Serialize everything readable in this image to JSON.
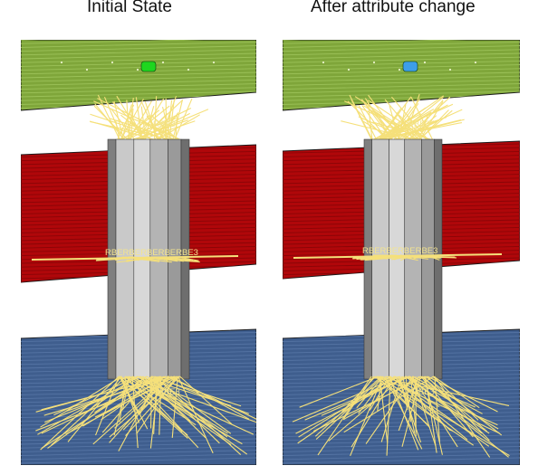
{
  "titles": {
    "left": "Initial State",
    "right": "After attribute change"
  },
  "panels": [
    {
      "id": "initial",
      "marker_color": "#1fd61f",
      "rbe_labels": [
        "RBE3",
        "RBERBERBERBERBE3",
        "RBE3"
      ]
    },
    {
      "id": "after",
      "marker_color": "#3d9ee8",
      "rbe_labels": [
        "RBE3",
        "RBERBERBERBE3",
        "RBE3"
      ]
    }
  ],
  "colors": {
    "top_plate": "#7fa63a",
    "middle_plate": "#b0070a",
    "bottom_plate": "#3f5e8e",
    "column": "#9d9d9d",
    "rbe_lines": "#f5e07a"
  }
}
